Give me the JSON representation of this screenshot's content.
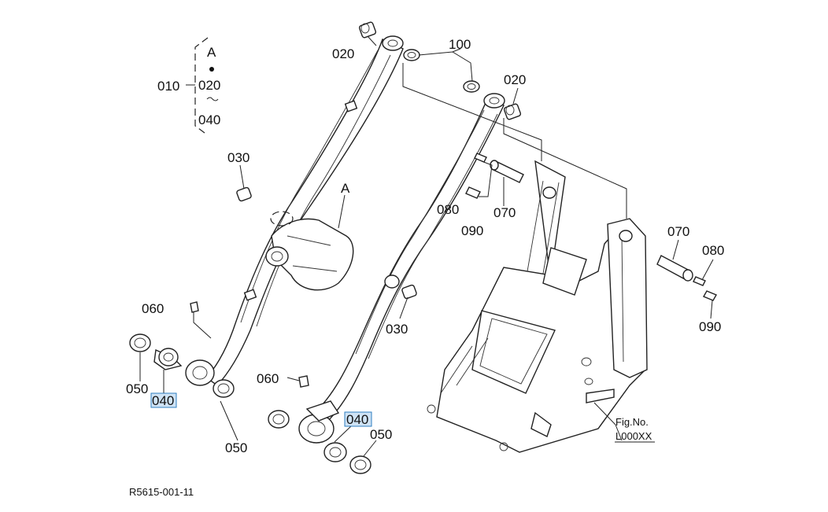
{
  "callouts": {
    "c010": "010",
    "bracket_A": "A",
    "bracket_020": "020",
    "bracket_040": "040",
    "c020_top": "020",
    "c100": "100",
    "c020_right": "020",
    "c030_upper": "030",
    "label_A": "A",
    "c080_left": "080",
    "c070_left": "070",
    "c090_left": "090",
    "c070_right": "070",
    "c080_right": "080",
    "c090_right": "090",
    "c060_left": "060",
    "c030_lower": "030",
    "c050_left": "050",
    "c040_left": "040",
    "c050_bottom": "050",
    "c060_mid": "060",
    "c040_mid": "040",
    "c050_right": "050"
  },
  "fig_ref": {
    "label": "Fig.No.",
    "value": "L000XX"
  },
  "drawing_number": "R5615-001-11",
  "colors": {
    "highlight_fill": "#cfe3f5",
    "highlight_border": "#2f7fc1",
    "line": "#222222"
  }
}
